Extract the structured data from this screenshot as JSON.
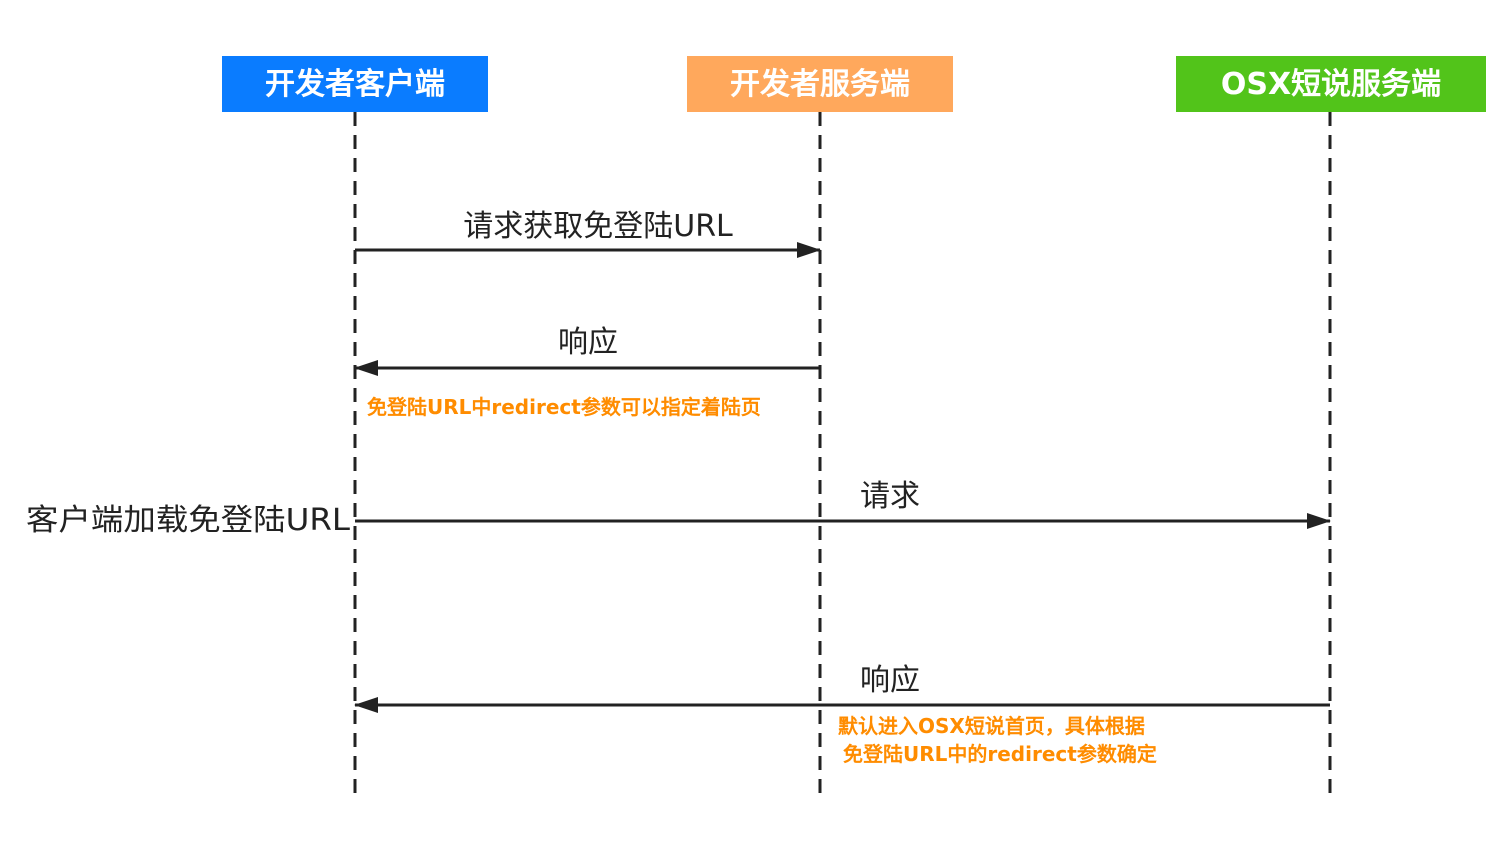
{
  "participants": [
    {
      "name": "开发者客户端",
      "color": "#0a7cff"
    },
    {
      "name": "开发者服务端",
      "color": "#ffa85c"
    },
    {
      "name": "OSX短说服务端",
      "color": "#52c41a"
    }
  ],
  "messages": [
    {
      "label": "请求获取免登陆URL",
      "from": 0,
      "to": 1
    },
    {
      "label": "响应",
      "from": 1,
      "to": 0
    },
    {
      "label": "请求",
      "from": 0,
      "to": 2
    },
    {
      "label": "响应",
      "from": 2,
      "to": 0
    }
  ],
  "notes": {
    "note_redirect": "免登陆URL中redirect参数可以指定着陆页",
    "note_default_line1": "默认进入OSX短说首页，具体根据",
    "note_default_line2": "免登陆URL中的redirect参数确定"
  },
  "side_label": "客户端加载免登陆URL",
  "colors": {
    "note": "#ff8c00",
    "line": "#222222"
  }
}
